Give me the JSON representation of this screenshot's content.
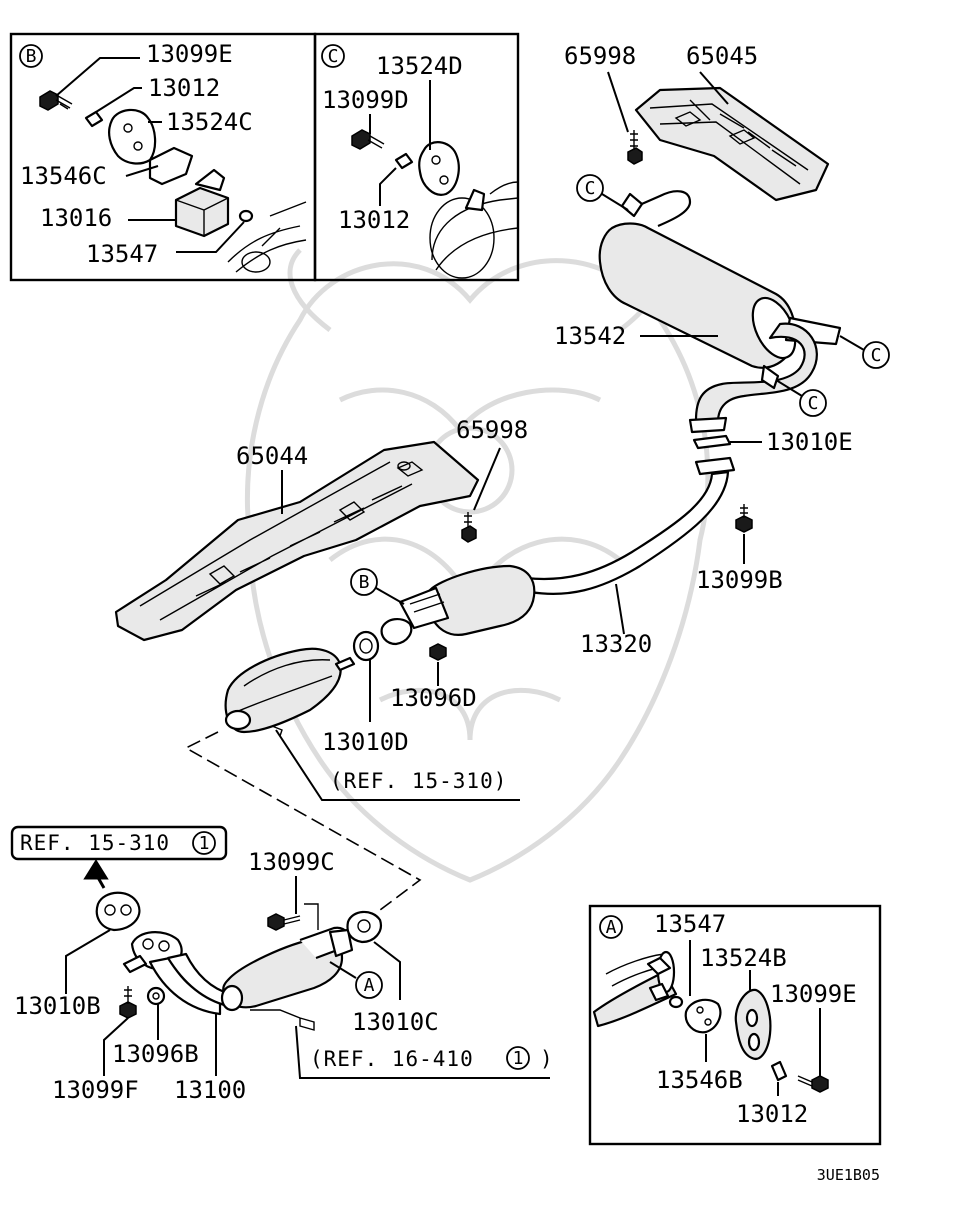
{
  "diagram": {
    "code": "3UE1B05",
    "labels": {
      "p65998_top": "65998",
      "p65045": "65045",
      "p13542": "13542",
      "p13010E": "13010E",
      "p65998_mid": "65998",
      "p65044": "65044",
      "p13099B": "13099B",
      "p13320": "13320",
      "p13096D": "13096D",
      "p13010D": "13010D",
      "p13099C": "13099C",
      "p13010C": "13010C",
      "p13010B": "13010B",
      "p13096B": "13096B",
      "p13099F": "13099F",
      "p13100": "13100"
    },
    "references": {
      "ref_catalytic": "(REF. 15-310)",
      "ref_manifold": "REF. 15-310",
      "ref_manifold_num": "1",
      "ref_sensor": "(REF. 16-410",
      "ref_sensor_num": "1",
      "ref_sensor_close": ")"
    },
    "callouts": {
      "a": "A",
      "b": "B",
      "c": "C"
    },
    "inset_b": {
      "letter": "B",
      "labels": [
        "13099E",
        "13012",
        "13524C",
        "13546C",
        "13016",
        "13547"
      ]
    },
    "inset_c": {
      "letter": "C",
      "labels": [
        "13524D",
        "13099D",
        "13012"
      ]
    },
    "inset_a": {
      "letter": "A",
      "labels": [
        "13547",
        "13524B",
        "13099E",
        "13546B",
        "13012"
      ]
    }
  }
}
